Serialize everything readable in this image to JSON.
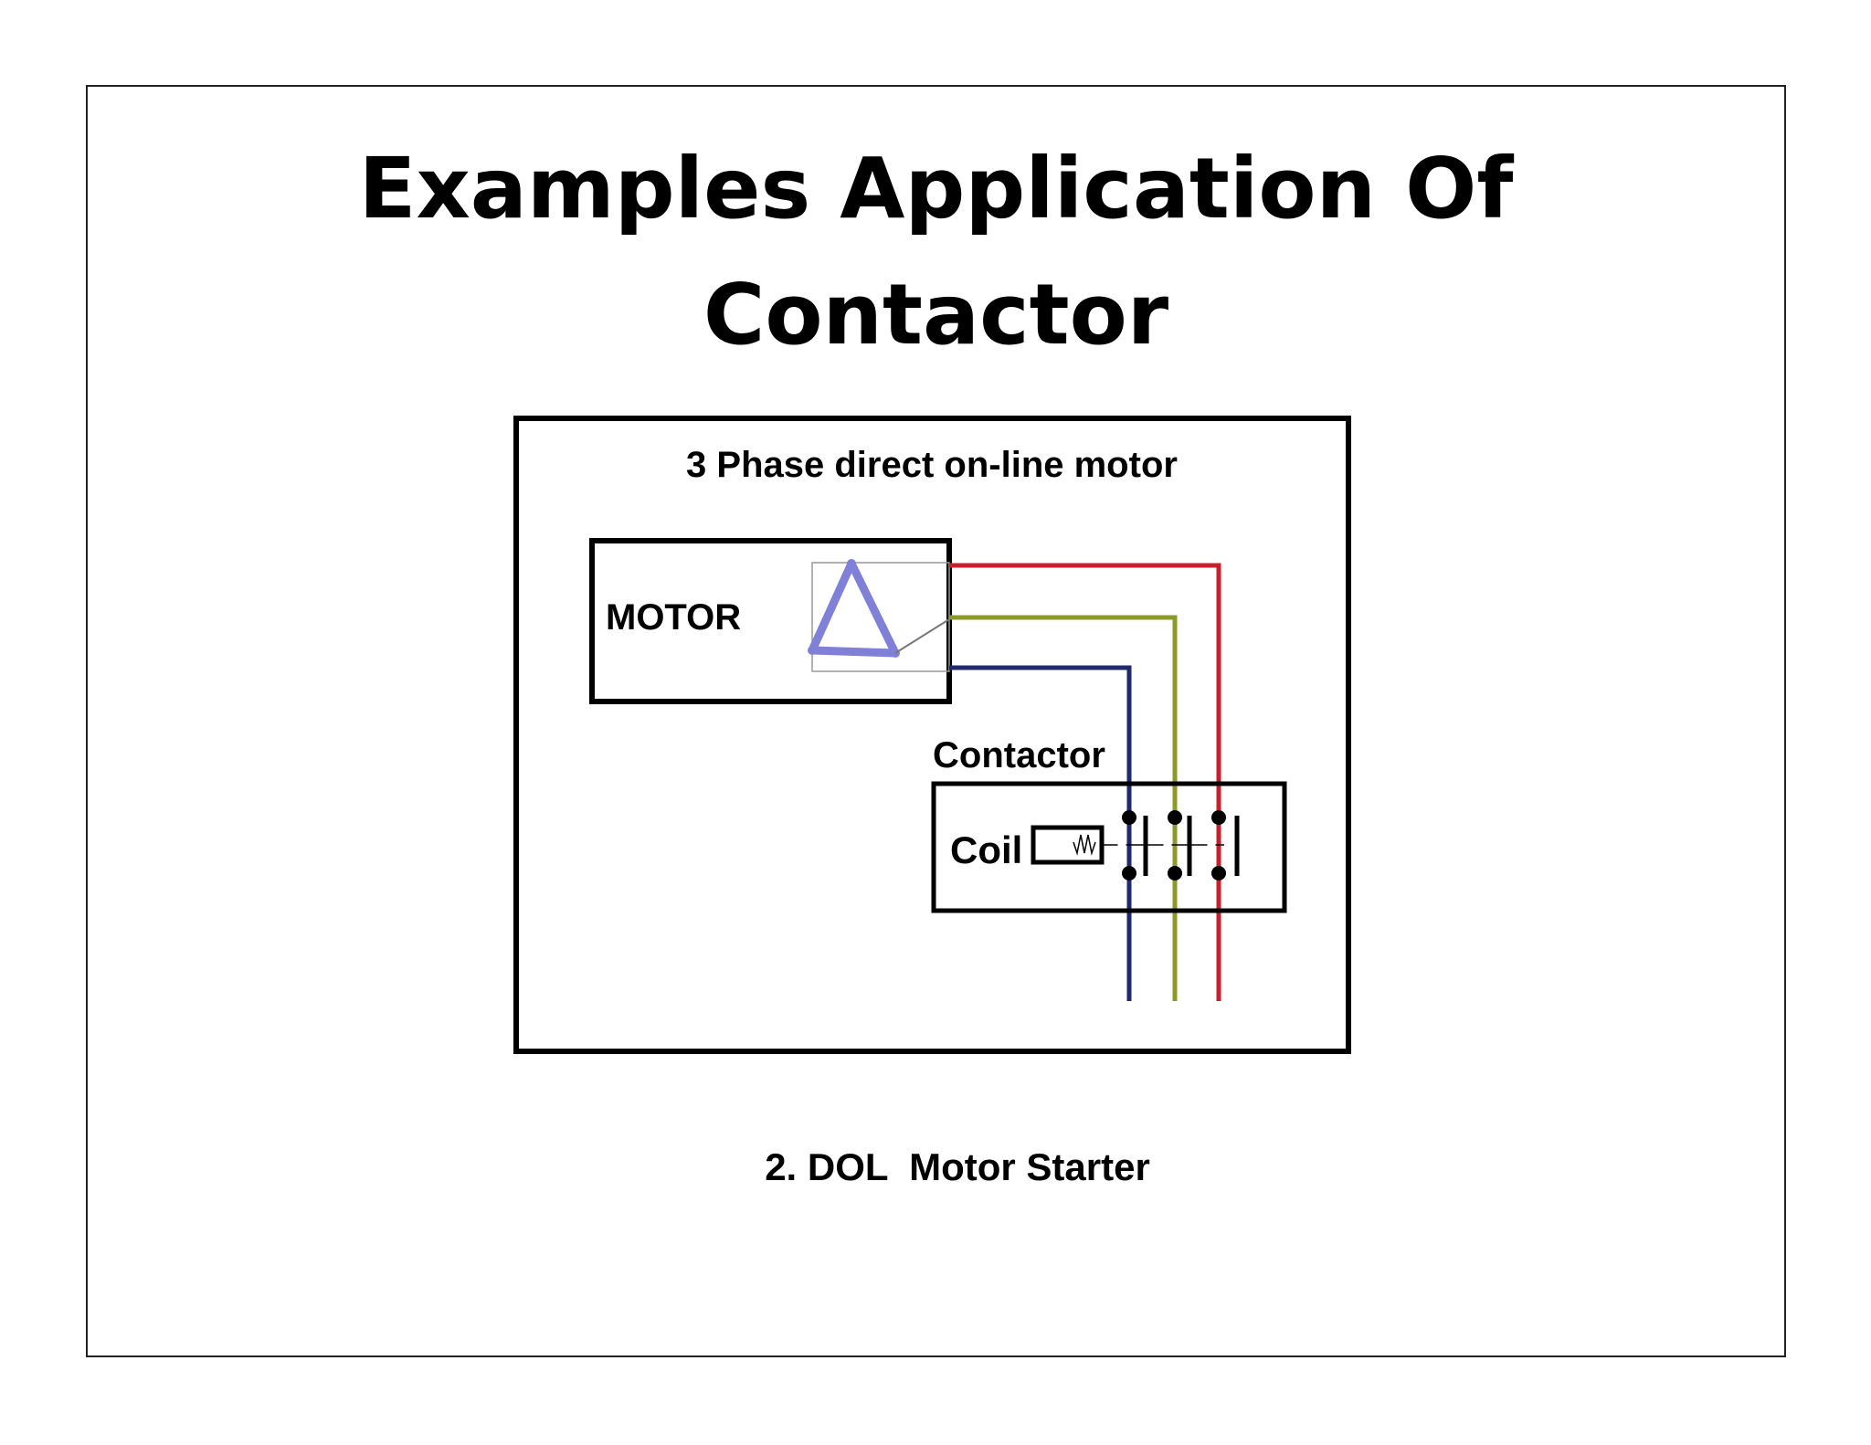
{
  "slide": {
    "title_line1": "Examples Application Of",
    "title_line2": "Contactor",
    "caption": "2. DOL  Motor Starter"
  },
  "diagram": {
    "heading": "3 Phase direct on-line motor",
    "motor_label": "MOTOR",
    "contactor_label": "Contactor",
    "coil_label": "Coil",
    "phase_colors": [
      "#c8202a",
      "#8c9a2a",
      "#1f2a6e"
    ],
    "winding_color": "#8080d8"
  }
}
